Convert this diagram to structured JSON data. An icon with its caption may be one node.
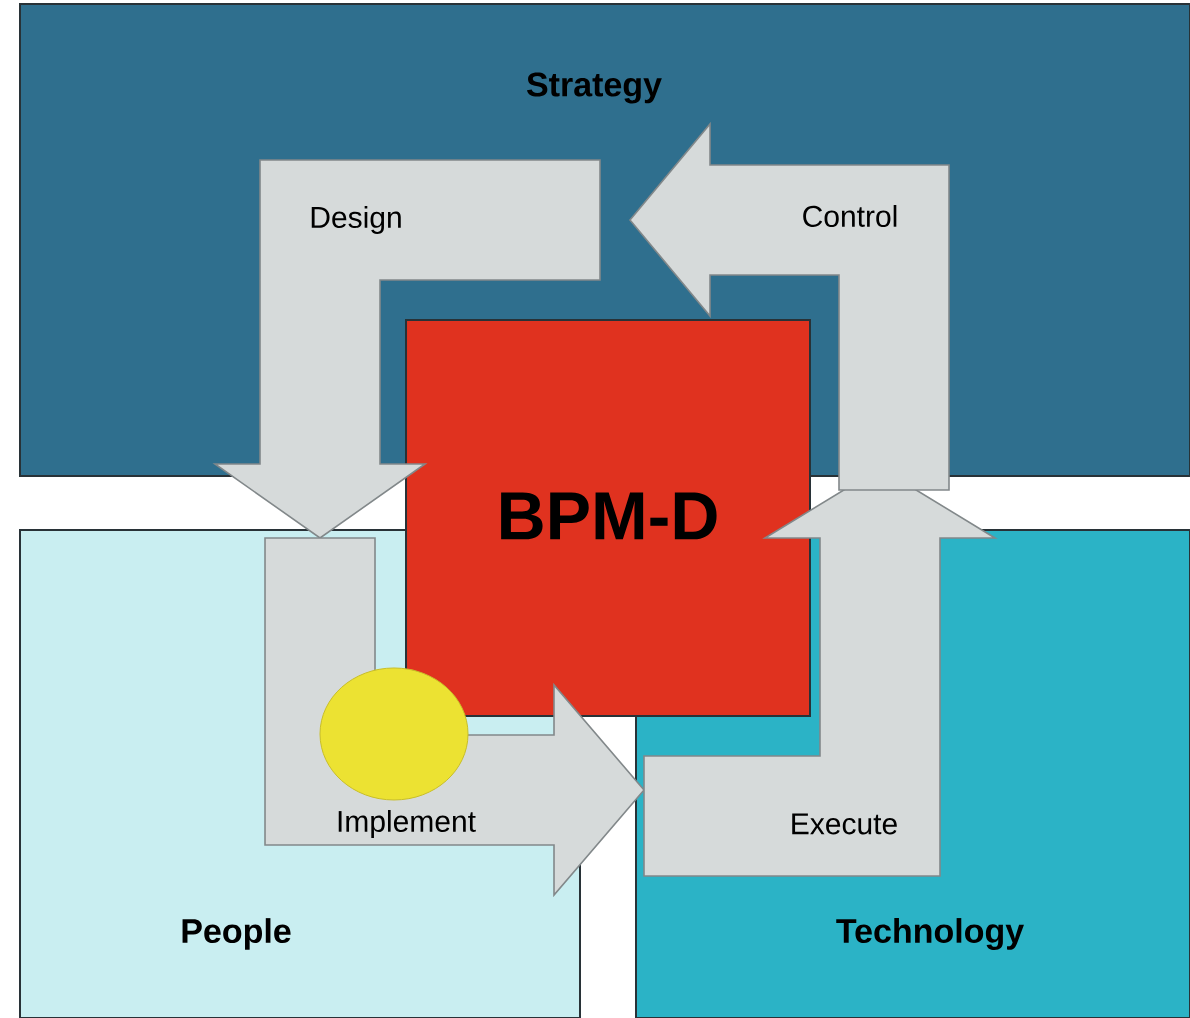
{
  "diagram": {
    "nodes": [
      {
        "text": [
          "Strategy"
        ]
      },
      {
        "text": [
          "BPM-D"
        ]
      },
      {
        "text": [
          "People"
        ]
      },
      {
        "text": [
          "Technology"
        ]
      }
    ],
    "edges": [
      {
        "from": 0,
        "to": 2,
        "arrow": "to",
        "label": "Design"
      },
      {
        "from": 2,
        "to": 3,
        "arrow": "to",
        "label": "Implement"
      },
      {
        "from": 3,
        "to": 0,
        "arrow": "to",
        "label": "Execute"
      },
      {
        "from": 0,
        "to": 0,
        "arrow": "to",
        "label": "Control"
      }
    ]
  }
}
